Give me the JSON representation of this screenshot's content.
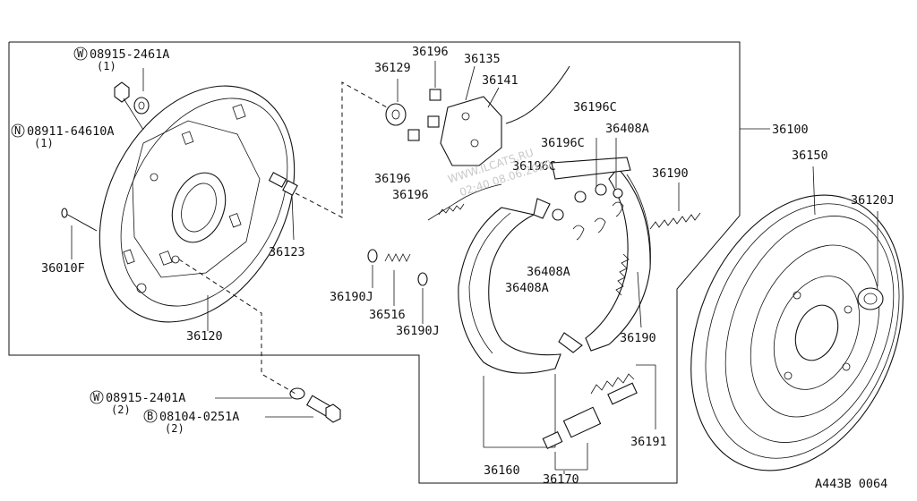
{
  "parts": {
    "p36196_top": "36196",
    "p36135": "36135",
    "p36129": "36129",
    "p36141": "36141",
    "p36196C_1": "36196C",
    "p36408A_top": "36408A",
    "p36196C_2": "36196C",
    "p36196C_3": "36196C",
    "p36196_mid": "36196",
    "p36196_bot": "36196",
    "p36190_top": "36190",
    "p36100": "36100",
    "p36150": "36150",
    "p36120J": "36120J",
    "p36123": "36123",
    "p36010F": "36010F",
    "p36120": "36120",
    "p36190J_1": "36190J",
    "p36516": "36516",
    "p36190J_2": "36190J",
    "p36408A_mid": "36408A",
    "p36408A_bot": "36408A",
    "p36190_bot": "36190",
    "p36191": "36191",
    "p36160": "36160",
    "p36170": "36170"
  },
  "fasteners": {
    "washer_top": {
      "symbol": "W",
      "number": "08915-2461A",
      "qty": "(1)"
    },
    "nut_top": {
      "symbol": "N",
      "number": "08911-64610A",
      "qty": "(1)"
    },
    "washer_bot": {
      "symbol": "W",
      "number": "08915-2401A",
      "qty": "(2)"
    },
    "bolt_bot": {
      "symbol": "B",
      "number": "08104-0251A",
      "qty": "(2)"
    }
  },
  "watermark": {
    "line1": "WWW.ILCATS.RU",
    "line2": "02:40 08.06.2020"
  },
  "diagram_code": "A443B 0064"
}
